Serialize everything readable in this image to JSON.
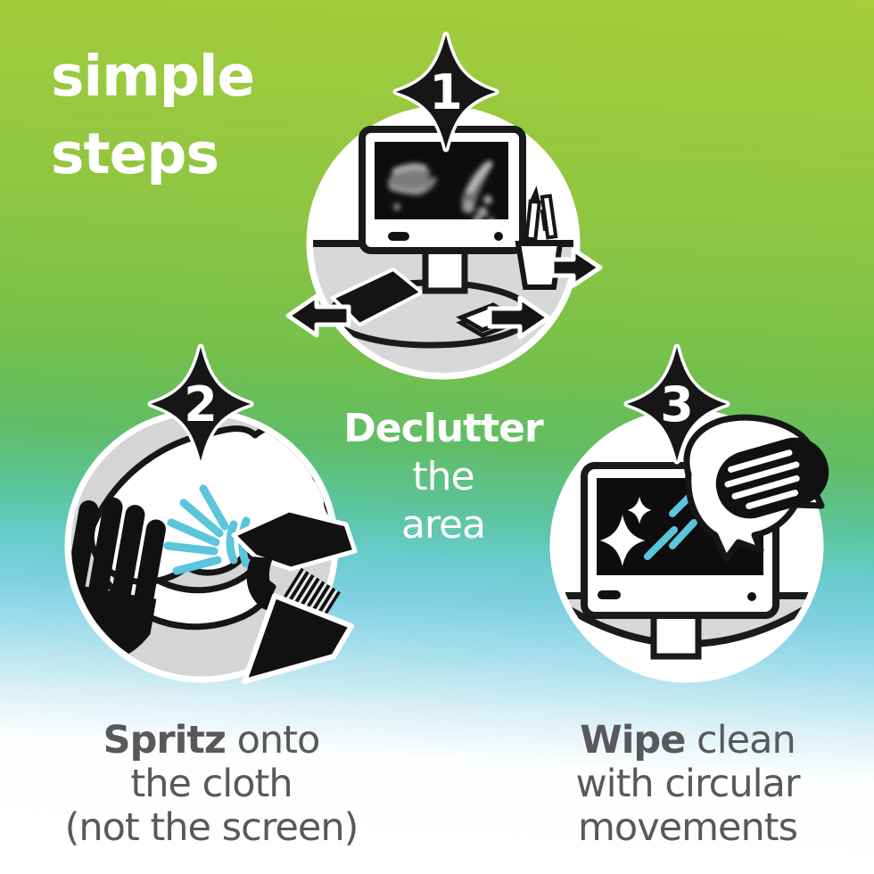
{
  "title": {
    "line1": "simple",
    "line2": "steps"
  },
  "colors": {
    "green_top": "#A4CE3A",
    "green_mid": "#6BBD4F",
    "teal": "#69CBCB",
    "light_blue": "#7FD1E2",
    "circle_grey": "#D3D5D6",
    "desk_grey": "#D6D8D9",
    "ink_black": "#1A1A1A",
    "spray_cyan": "#5BC5DC",
    "caption_grey": "#58595B",
    "white": "#FFFFFF"
  },
  "steps": [
    {
      "number": "1",
      "icon": "declutter-desk-icon",
      "caption": {
        "line1_bold": "Declutter",
        "line1_rest": "",
        "line2": "the",
        "line3": "area"
      }
    },
    {
      "number": "2",
      "icon": "spray-bottle-cloth-icon",
      "caption": {
        "line1_bold": "Spritz",
        "line1_rest": " onto",
        "line2": "the cloth",
        "line3": "(not the screen)"
      }
    },
    {
      "number": "3",
      "icon": "wipe-screen-icon",
      "caption": {
        "line1_bold": "Wipe",
        "line1_rest": " clean",
        "line2": "with circular",
        "line3": "movements"
      }
    }
  ]
}
